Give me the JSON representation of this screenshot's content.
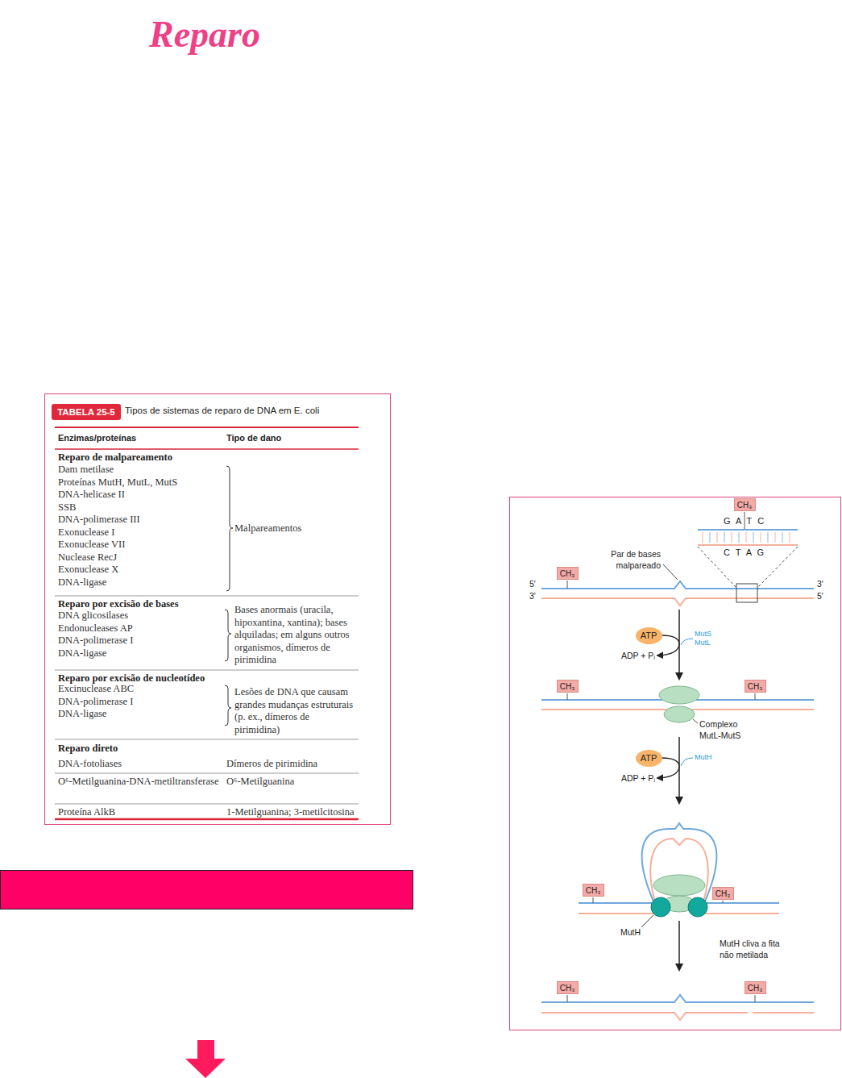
{
  "diagram": {
    "title": "Reparo",
    "nodes": [
      {
        "text": [
          "TABELA 25-5"
        ]
      },
      {
        "text": [
          "CH₃"
        ]
      },
      {
        "text": [
          "CH₃"
        ]
      },
      {
        "text": [
          "ATP"
        ]
      },
      {
        "text": [
          "CH₃"
        ]
      },
      {
        "text": [
          "CH₃"
        ]
      },
      {
        "text": [
          "ATP"
        ]
      },
      {
        "text": [
          "CH₃"
        ]
      },
      {
        "text": [
          "CH₃"
        ]
      },
      {
        "text": [
          "CH₃"
        ]
      },
      {
        "text": [
          "CH₃"
        ]
      }
    ],
    "labels": [
      "Tipos de sistemas de reparo de DNA em E. coli",
      "Enzimas/proteínas",
      "Tipo de dano",
      "Reparo de malpareamento",
      "Dam metilase",
      "Proteínas MutH, MutL, MutS",
      "DNA-helicase II",
      "SSB",
      "DNA-polimerase III",
      "Exonuclease I",
      "Exonuclease VII",
      "Nuclease RecJ",
      "Exonuclease X",
      "DNA-ligase",
      "Malpareamentos",
      "Reparo por excisão de bases",
      "DNA glicosilases",
      "Endonucleases AP",
      "DNA-polimerase I",
      "DNA-ligase",
      "Bases anormais (uracila, hipoxantina, xantina); bases alquiladas; em alguns outros organismos, dímeros de pirimidina",
      "Reparo por excisão de nucleotídeo",
      "Excinuclease ABC",
      "DNA-polimerase I",
      "DNA-ligase",
      "Lesões de DNA que causam grandes mudanças estruturais (p. ex., dímeros de pirimidina)",
      "Reparo direto",
      "DNA-fotoliases",
      "Dímeros de pirimidina",
      "O⁶-Metilguanina-DNA-metiltransferase",
      "O⁶-Metilguanina",
      "Proteína AlkB",
      "1-Metilguanina; 3-metilcitosina",
      "G A T C",
      "C T A G",
      "Par de bases malpareado",
      "5′",
      "3′",
      "3′",
      "5′",
      "MutS",
      "MutL",
      "ADP + Pᵢ",
      "Complexo MutL-MutS",
      "MutH",
      "ADP + Pᵢ",
      "MutH",
      "MutH cliva a fita não metilada"
    ]
  }
}
